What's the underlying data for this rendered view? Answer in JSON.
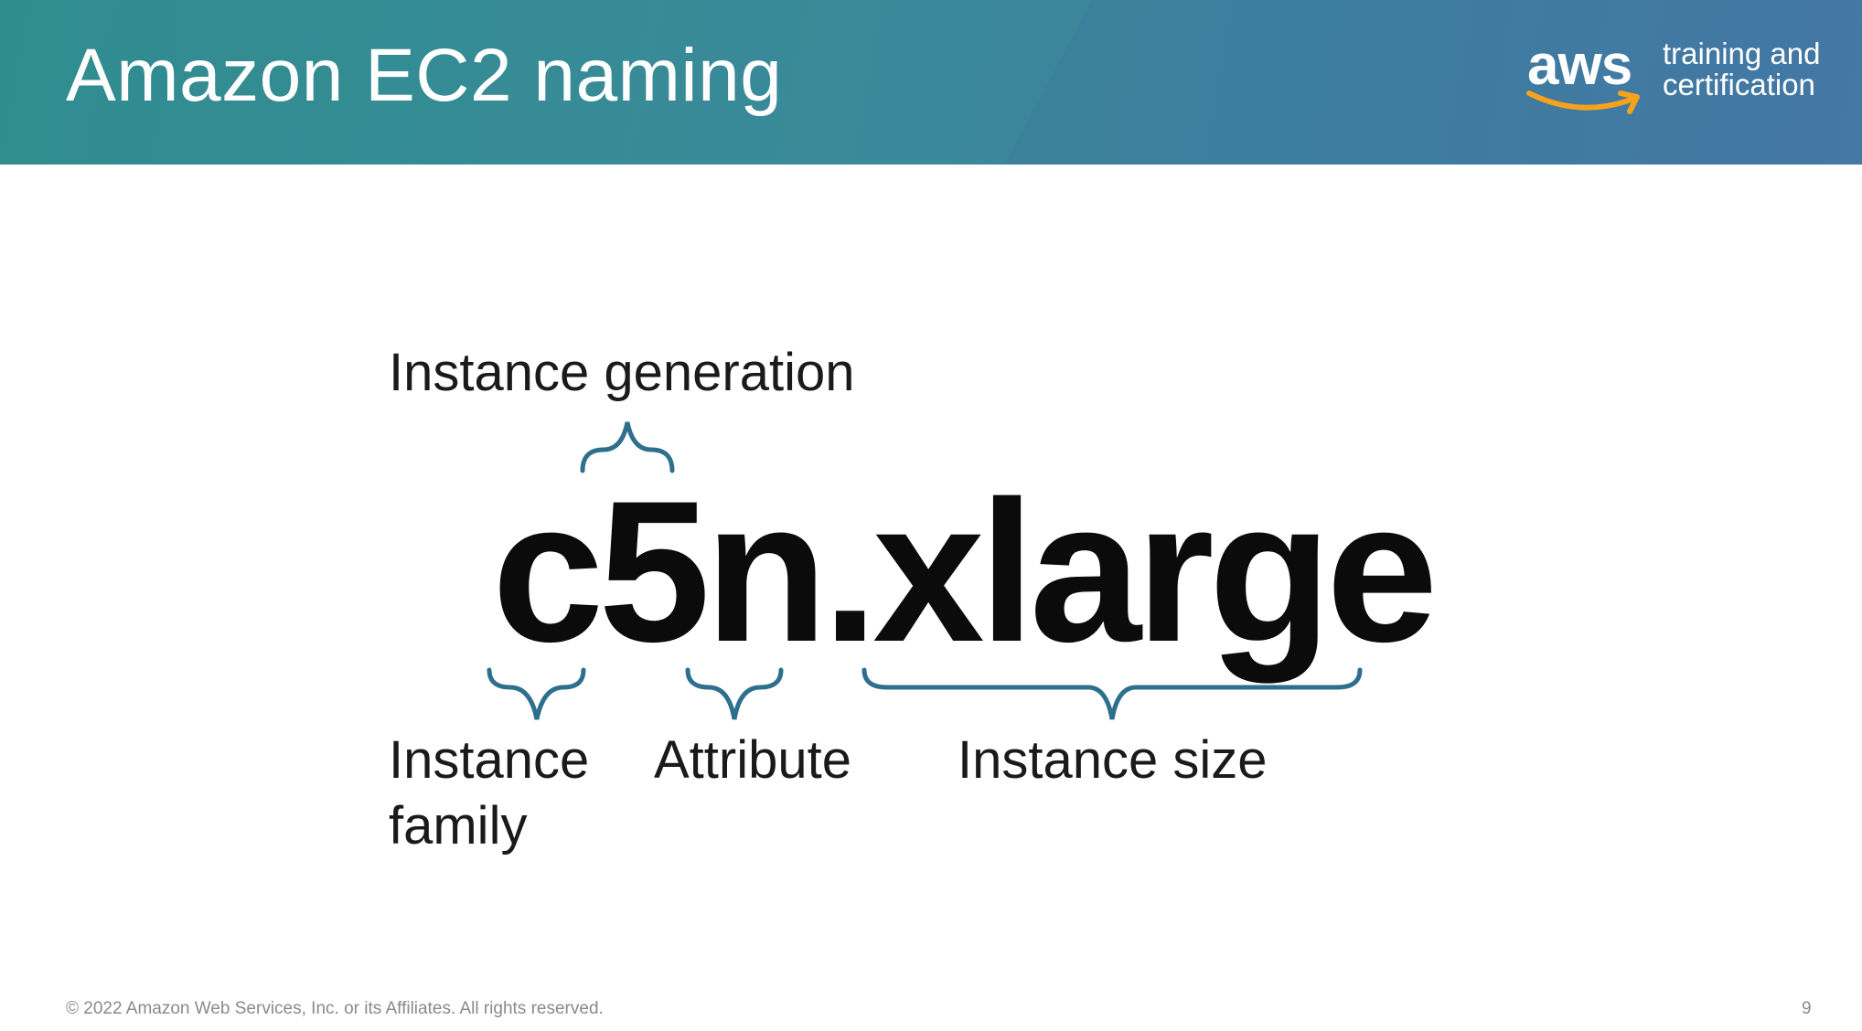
{
  "slide": {
    "title": "Amazon EC2 naming",
    "logo": {
      "wordmark": "aws",
      "line1": "training and",
      "line2": "certification"
    },
    "instance_name": "c5n.xlarge",
    "labels": {
      "generation": "Instance generation",
      "family_line1": "Instance",
      "family_line2": "family",
      "attribute": "Attribute",
      "size": "Instance size"
    },
    "footer": "© 2022 Amazon Web Services, Inc. or its Affiliates. All rights reserved.",
    "page_number": "9"
  },
  "colors": {
    "brace": "#2e6f8e",
    "header_start": "#2f8d8f",
    "header_end": "#467aa6",
    "logo_smile": "#f7a21b"
  }
}
